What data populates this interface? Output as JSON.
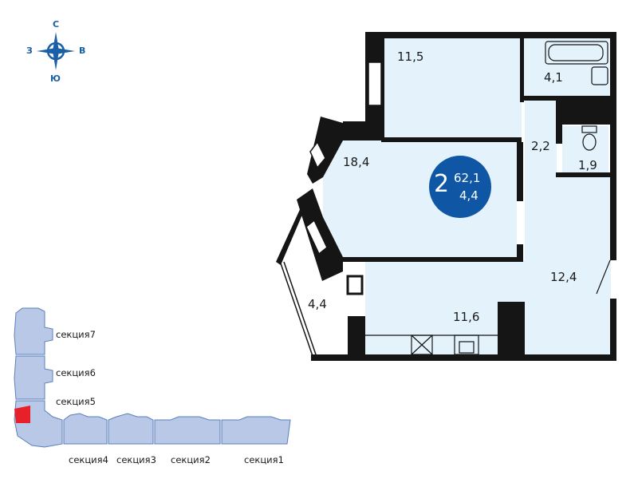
{
  "compass": {
    "north": "С",
    "west": "З",
    "east": "В",
    "south": "Ю"
  },
  "apartment": {
    "rooms": "2",
    "total_area": "62,1",
    "loggia_area": "4,4"
  },
  "room_areas": {
    "bedroom": "11,5",
    "bathroom": "4,1",
    "corridor": "2,2",
    "toilet": "1,9",
    "living": "18,4",
    "hall": "12,4",
    "loggia": "4,4",
    "kitchen": "11,6"
  },
  "sections": {
    "s7": "секция7",
    "s6": "секция6",
    "s5": "секция5",
    "s4": "секция4",
    "s3": "секция3",
    "s2": "секция2",
    "s1": "секция1"
  },
  "colors": {
    "room_fill": "#e3f2fb",
    "wall": "#151515",
    "badge": "#0f57a5",
    "building_fill": "#b9c8e6",
    "building_stroke": "#5a7fbc",
    "highlight": "#e8202a",
    "compass": "#1b5fa6"
  }
}
